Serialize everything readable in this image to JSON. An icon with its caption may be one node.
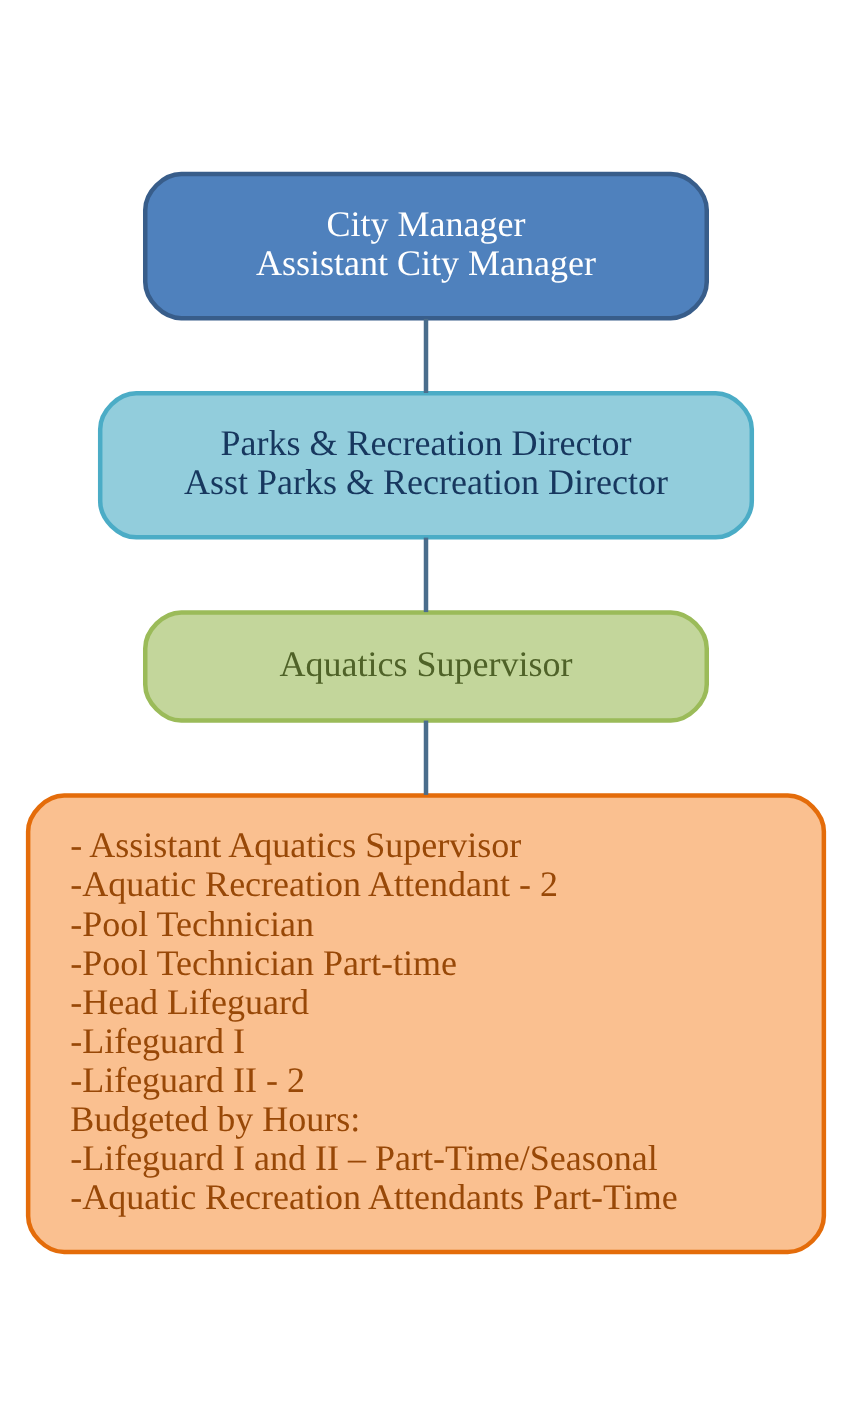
{
  "diagram": {
    "nodes": [
      {
        "text": [
          "City Manager",
          "Assistant City Manager"
        ]
      },
      {
        "text": [
          "Parks & Recreation Director",
          "Asst Parks & Recreation Director"
        ]
      },
      {
        "text": [
          "Aquatics Supervisor"
        ]
      },
      {
        "text": [
          "- Assistant Aquatics Supervisor",
          "-Aquatic Recreation Attendant - 2",
          "-Pool Technician",
          "-Pool Technician Part-time",
          "-Head Lifeguard",
          "-Lifeguard I",
          "-Lifeguard II - 2",
          "Budgeted by Hours:",
          "-Lifeguard I and II – Part-Time/Seasonal",
          "-Aquatic Recreation Attendants Part-Time"
        ]
      }
    ],
    "edges": [
      {
        "from": 0,
        "to": 1,
        "arrow": "none"
      },
      {
        "from": 1,
        "to": 2,
        "arrow": "none"
      },
      {
        "from": 2,
        "to": 3,
        "arrow": "none"
      }
    ]
  }
}
